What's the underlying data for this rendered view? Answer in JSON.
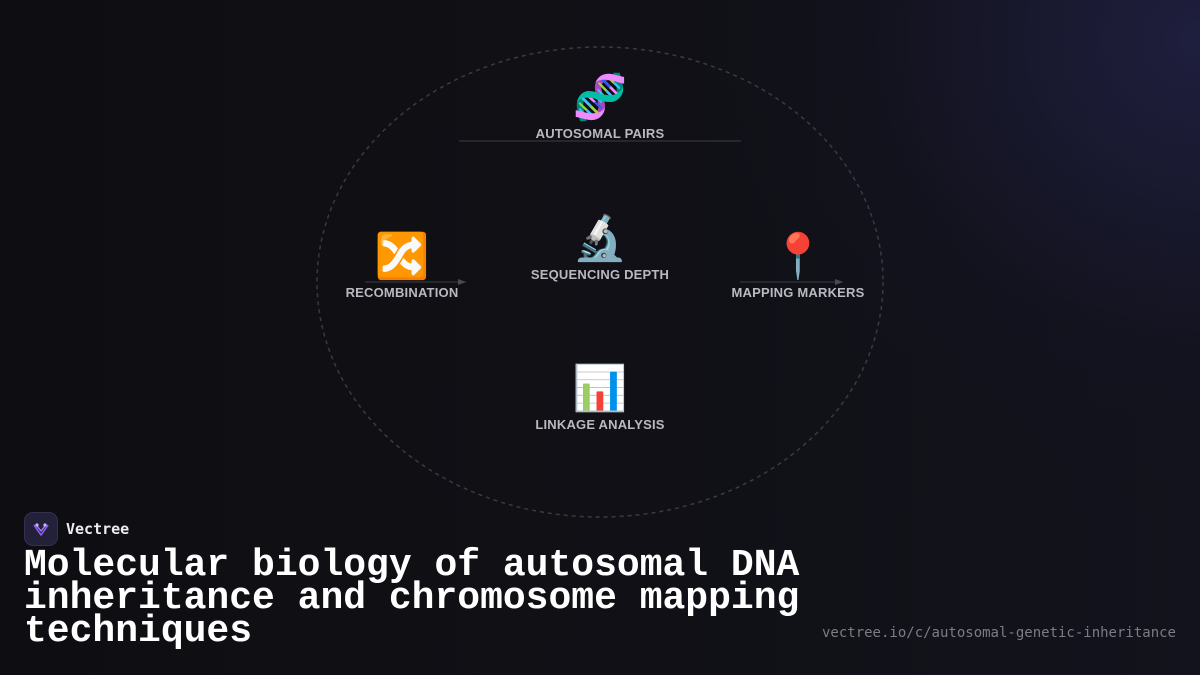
{
  "diagram": {
    "center": {
      "icon": "🔬",
      "icon_name": "microscope-icon",
      "label": "SEQUENCING DEPTH"
    },
    "top": {
      "icon": "🧬",
      "icon_name": "dna-icon",
      "label": "AUTOSOMAL PAIRS"
    },
    "left": {
      "icon": "🔀",
      "icon_name": "shuffle-icon",
      "label": "RECOMBINATION"
    },
    "right": {
      "icon": "📍",
      "icon_name": "pin-icon",
      "label": "MAPPING MARKERS"
    },
    "bottom": {
      "icon": "📊",
      "icon_name": "bar-chart-icon",
      "label": "LINKAGE ANALYSIS"
    }
  },
  "brand": {
    "name": "Vectree",
    "icon_name": "vectree-logo-icon",
    "accent": "#8b5cf6"
  },
  "footer": {
    "title": "Molecular biology of autosomal DNA inheritance and chromosome mapping techniques",
    "url": "vectree.io/c/autosomal-genetic-inheritance"
  },
  "colors": {
    "background": "#0f0f14",
    "ring": "#3a3a44",
    "label": "#b9b9c1",
    "title": "#ffffff",
    "url": "#7c7c86"
  }
}
